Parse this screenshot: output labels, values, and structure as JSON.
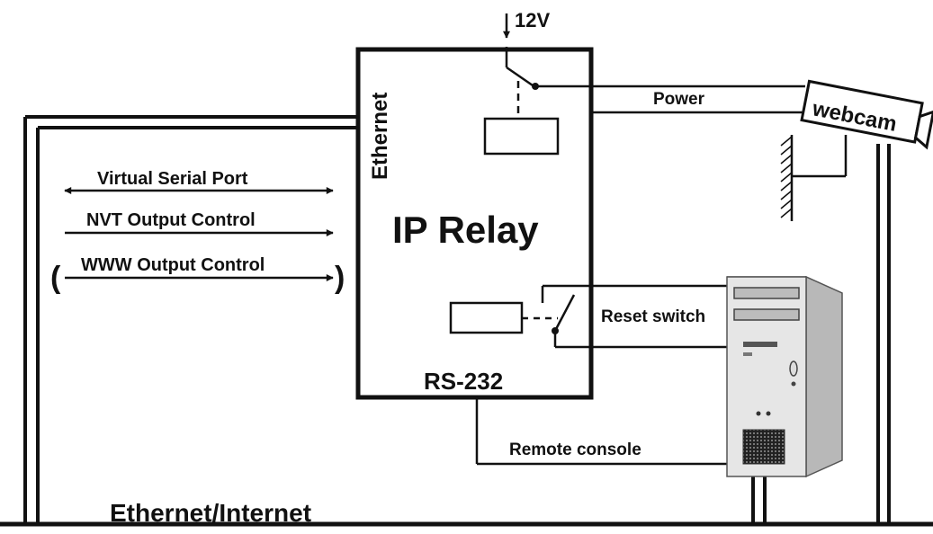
{
  "labels": {
    "supply_voltage": "12V",
    "ethernet_port": "Ethernet",
    "device_title": "IP Relay",
    "power_line": "Power",
    "webcam": "webcam",
    "virtual_serial_port": "Virtual Serial Port",
    "nvt_output_control": "NVT Output Control",
    "www_output_control": "WWW Output Control",
    "open_paren": "(",
    "close_paren": ")",
    "reset_switch": "Reset switch",
    "rs232_port": "RS-232",
    "remote_console": "Remote console",
    "network": "Ethernet/Internet"
  },
  "colors": {
    "line": "#111111",
    "background": "#ffffff",
    "pc_face": "#e6e6e6",
    "pc_side": "#b8b8b8",
    "pc_top": "#d0d0d0",
    "pc_slot": "#bcbcbc"
  }
}
